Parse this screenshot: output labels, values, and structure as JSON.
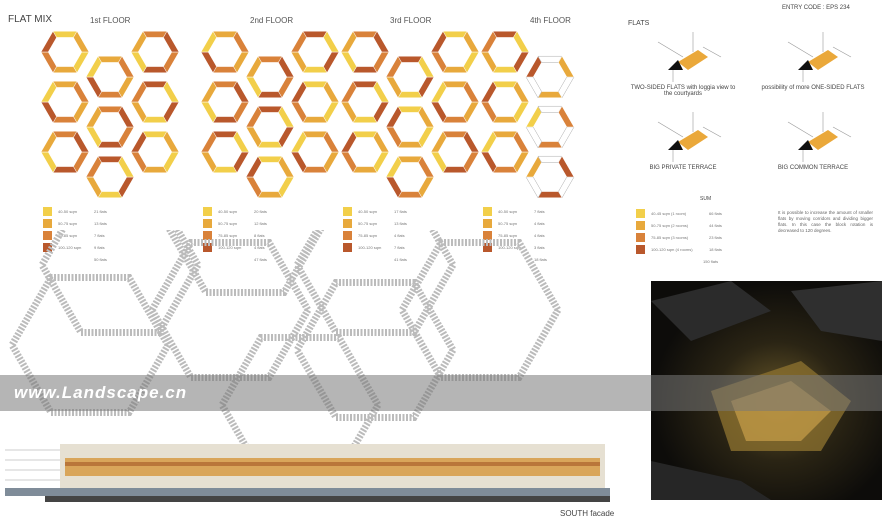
{
  "header": {
    "title": "FLAT MIX",
    "entry_code": "ENTRY CODE : EPS 234"
  },
  "floors": [
    {
      "label": "1st FLOOR",
      "legend": [
        [
          "40-50 sqm",
          "21 flats"
        ],
        [
          "50-75 sqm",
          "13 flats"
        ],
        [
          "75-85 sqm",
          "7 flats"
        ],
        [
          "100-120 sqm",
          "9 flats"
        ]
      ],
      "total": "50 flats"
    },
    {
      "label": "2nd FLOOR",
      "legend": [
        [
          "40-50 sqm",
          "20 flats"
        ],
        [
          "50-75 sqm",
          "12 flats"
        ],
        [
          "75-85 sqm",
          "8 flats"
        ],
        [
          "100-120 sqm",
          "4 flats"
        ]
      ],
      "total": "47 flats"
    },
    {
      "label": "3rd FLOOR",
      "legend": [
        [
          "40-50 sqm",
          "17 flats"
        ],
        [
          "50-75 sqm",
          "13 flats"
        ],
        [
          "75-85 sqm",
          "4 flats"
        ],
        [
          "100-120 sqm",
          "7 flats"
        ]
      ],
      "total": "41 flats"
    },
    {
      "label": "4th FLOOR",
      "legend": [
        [
          "40-50 sqm",
          "7 flats"
        ],
        [
          "50-75 sqm",
          "4 flats"
        ],
        [
          "75-85 sqm",
          "4 flats"
        ],
        [
          "100-120 sqm",
          "3 flats"
        ]
      ],
      "total": "18 flats"
    }
  ],
  "flats": {
    "title": "FLATS",
    "types": [
      "TWO-SIDED FLATS with loggia view to the courtyards",
      "possibility of more ONE-SIDED FLATS",
      "BIG PRIVATE TERRACE",
      "BIG COMMON TERRACE"
    ]
  },
  "sum": {
    "title": "SUM",
    "legend": [
      [
        "40-45 sqm (1 room)",
        "66 flats"
      ],
      [
        "50-75 sqm (2 rooms)",
        "44 flats"
      ],
      [
        "75-85 sqm (3 rooms)",
        "23 flats"
      ],
      [
        "100-120 sqm (4 rooms)",
        "18 flats"
      ]
    ],
    "total": "150 flats",
    "note": "It is possible to increase the amount of smaller flats by moving corridors and dividing bigger flats. In this case the block rotation is decreased to 120 degrees."
  },
  "watermark": "www.Landscape.cn",
  "facade_label": "SOUTH facade",
  "colors": [
    "#f2cf4a",
    "#e8a93c",
    "#d9823a",
    "#b9582c"
  ]
}
